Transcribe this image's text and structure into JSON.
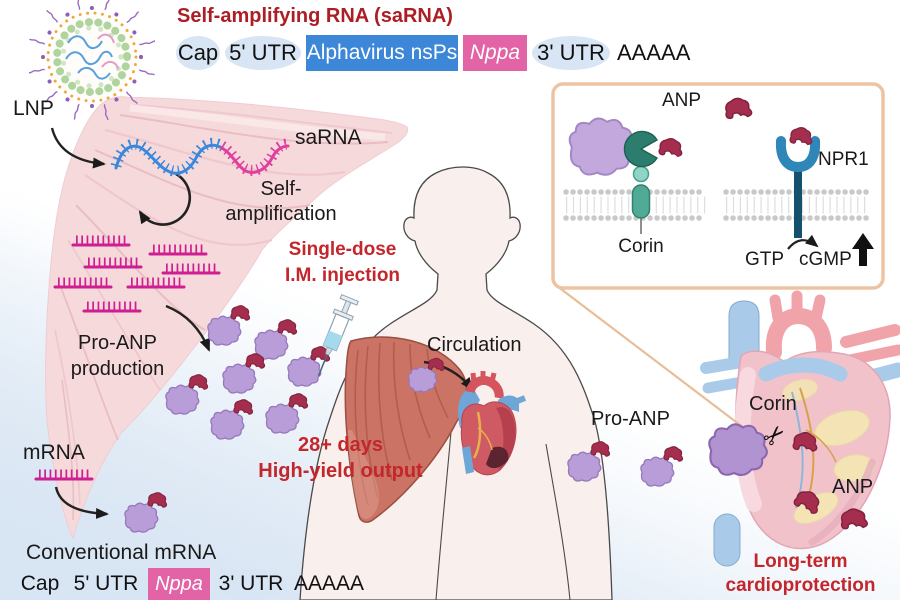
{
  "figure": {
    "sarna": {
      "title": "Self-amplifying RNA (saRNA)",
      "construct": {
        "cap": "Cap",
        "utr5": "5' UTR",
        "nsps": "Alphavirus nsPs",
        "gene": "Nppa",
        "utr3": "3' UTR",
        "polya": "AAAAA"
      }
    },
    "mrna": {
      "title": "Conventional mRNA",
      "label": "mRNA",
      "construct": {
        "cap": "Cap",
        "utr5": "5' UTR",
        "gene": "Nppa",
        "utr3": "3' UTR",
        "polya": "AAAAA"
      }
    },
    "labels": {
      "lnp": "LNP",
      "sarna": "saRNA",
      "self_amp_1": "Self-",
      "self_amp_2": "amplification",
      "proanp_prod_1": "Pro-ANP",
      "proanp_prod_2": "production",
      "circulation": "Circulation",
      "proanp": "Pro-ANP"
    },
    "annotations": {
      "single_dose_1": "Single-dose",
      "single_dose_2": "I.M. injection",
      "output_1": "28+ days",
      "output_2": "High-yield output",
      "longterm_1": "Long-term",
      "longterm_2": "cardioprotection"
    },
    "inset": {
      "anp": "ANP",
      "corin": "Corin",
      "npr1": "NPR1",
      "gtp": "GTP",
      "cgmp": "cGMP"
    },
    "heart": {
      "corin": "Corin",
      "anp": "ANP"
    },
    "colors": {
      "title_red": "#ad1d24",
      "annotation_red": "#c3262b",
      "nsps_blue": "#3d87d8",
      "nppa_pink": "#e263a6",
      "utr_ellipse_blue": "#d7e5f4",
      "rna_magenta": "#cf1d92",
      "sarna_blue": "#3a87dc",
      "proanp_purple": "#b89dd8",
      "anp_dark_red": "#a52e4e",
      "inset_border_peach": "#eec3a2",
      "muscle_pink": "#f6dadb",
      "deltoid_red": "#cb7365"
    }
  }
}
